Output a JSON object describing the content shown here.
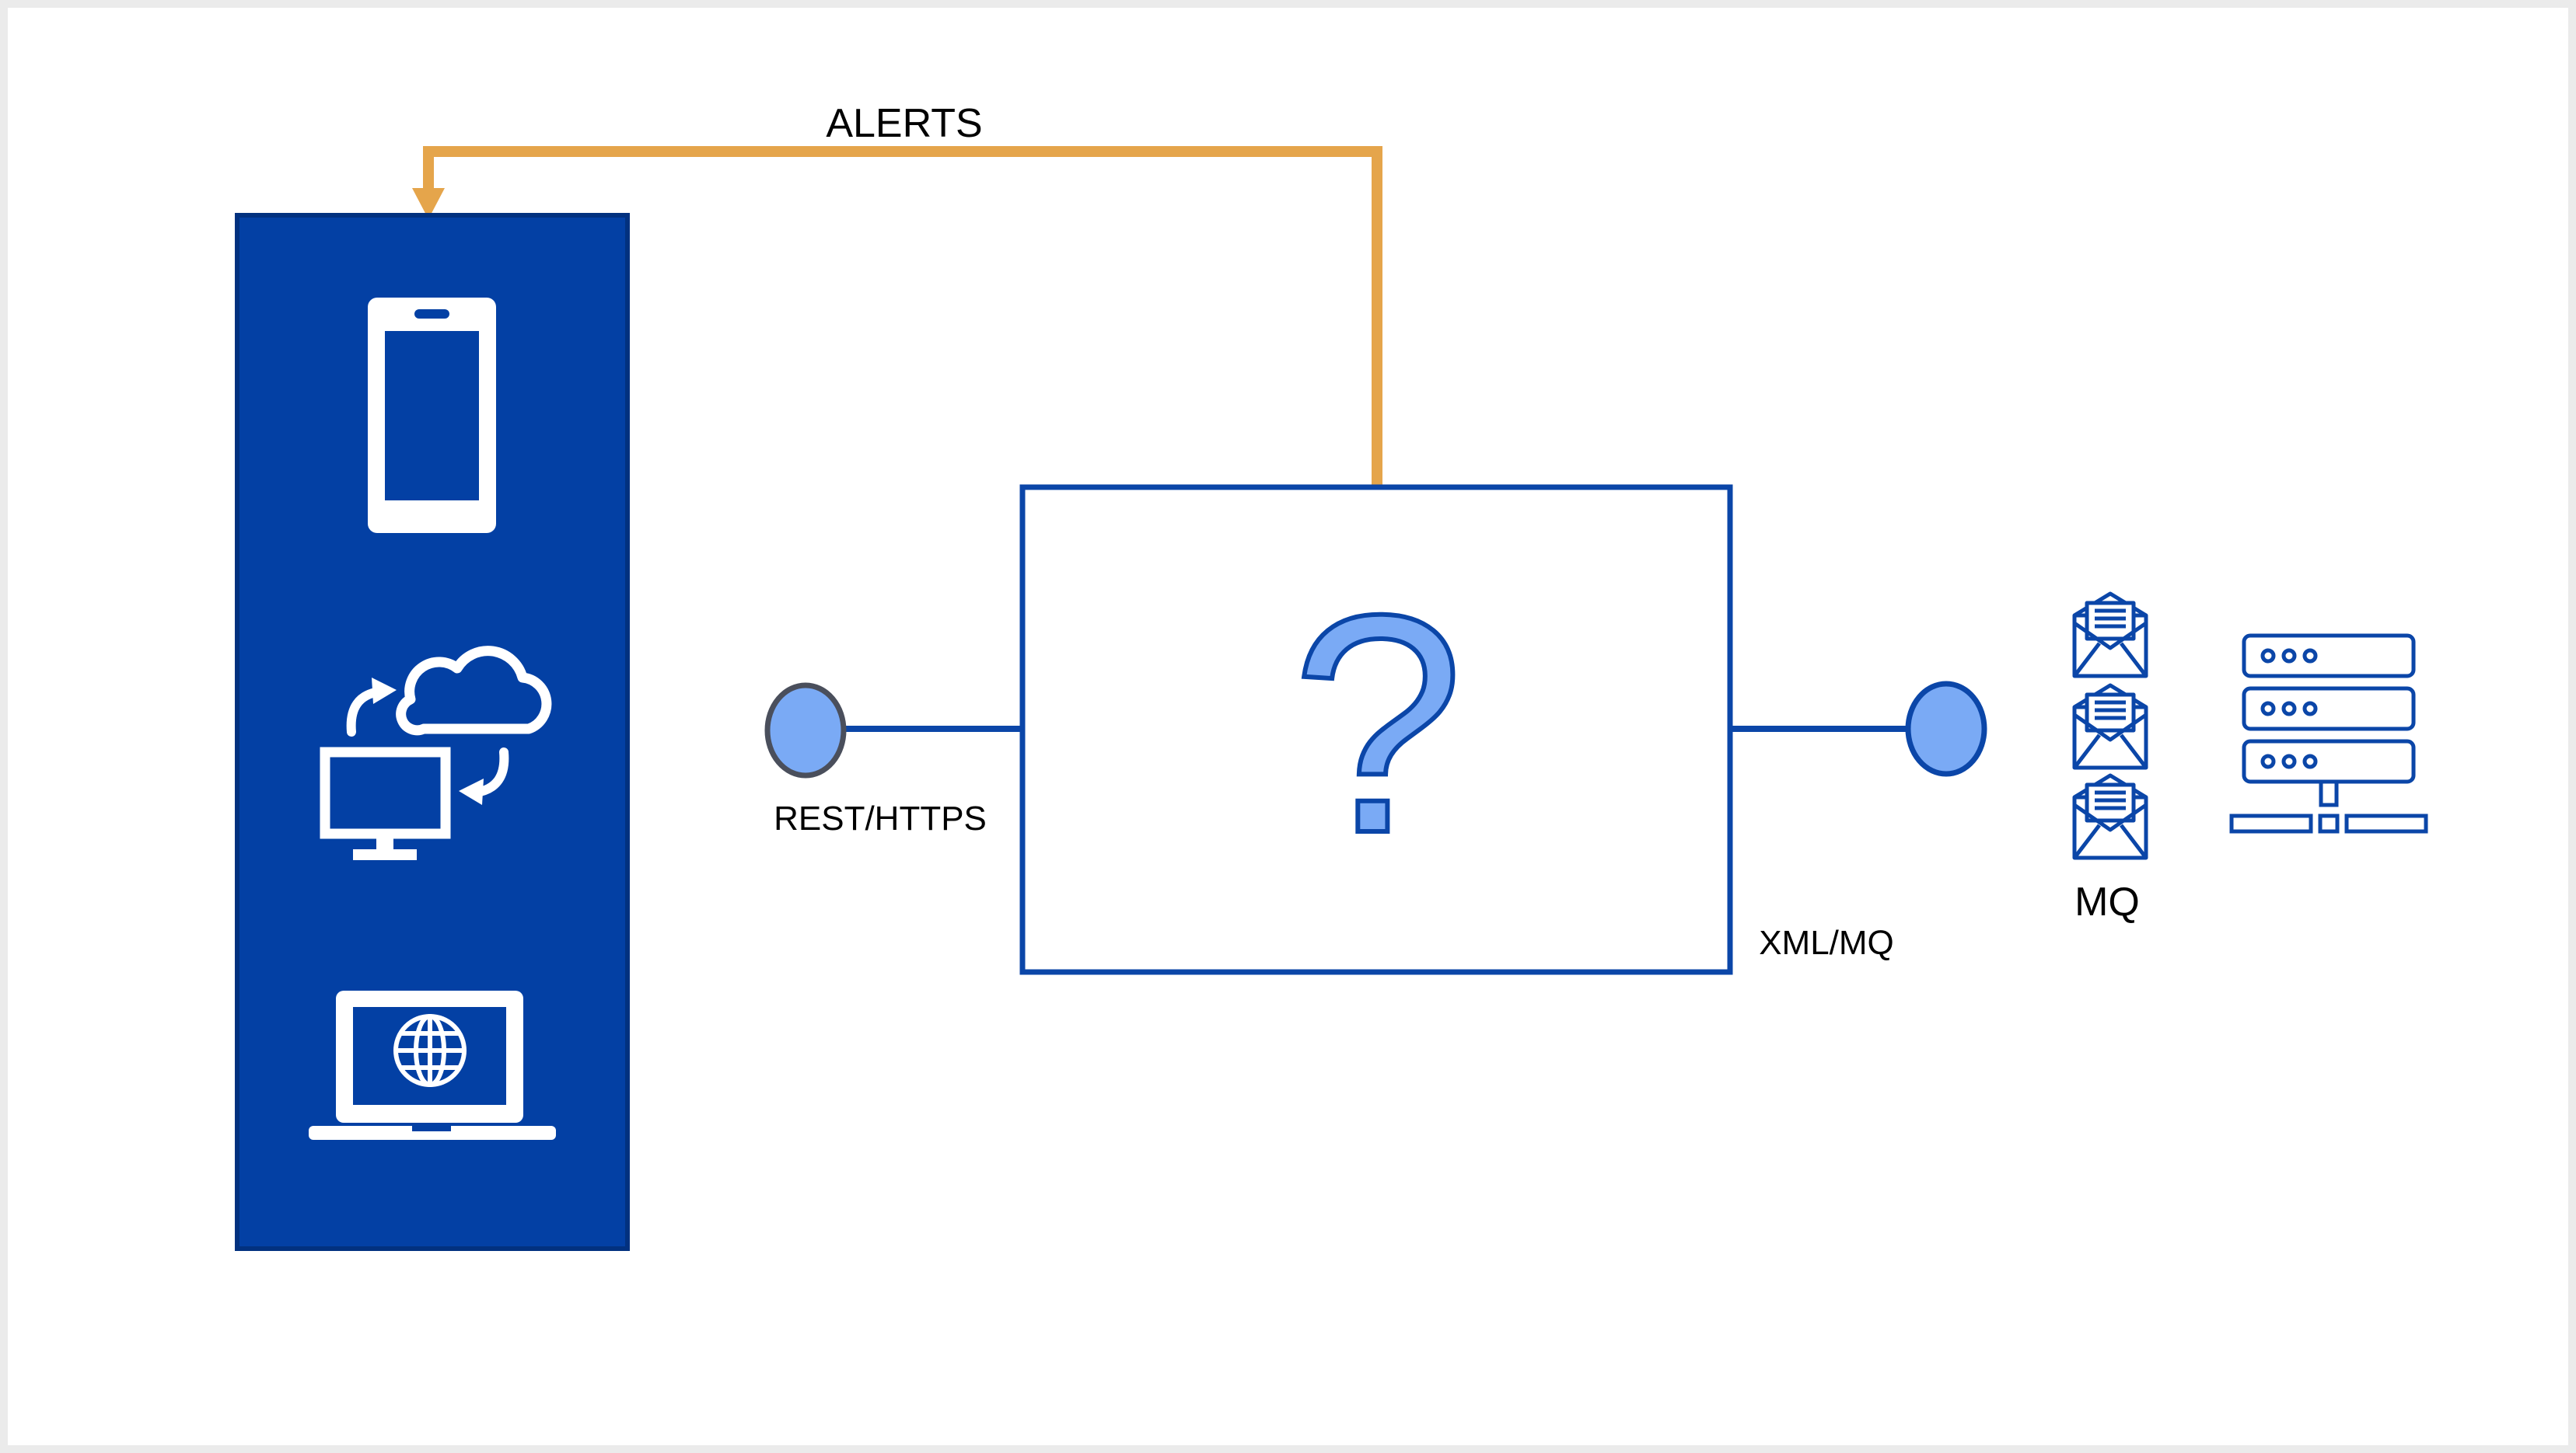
{
  "colors": {
    "background": "#ffffff",
    "frame": "#e6e6e6",
    "panel": "#0340a4",
    "line": "#0b46a8",
    "accent_fill": "#7aaaf5",
    "alert_arrow": "#e5a54b",
    "icon_white": "#ffffff",
    "text": "#000000"
  },
  "labels": {
    "alerts": "ALERTS",
    "rest": "REST/HTTPS",
    "xml_mq": "XML/MQ",
    "mq": "MQ",
    "center_symbol": "?"
  },
  "icons": {
    "client_panel": [
      "smartphone-icon",
      "cloud-sync-monitor-icon",
      "laptop-globe-icon"
    ],
    "mq_group": [
      "envelope-icon",
      "envelope-icon",
      "envelope-icon"
    ],
    "backend": "server-rack-icon"
  }
}
